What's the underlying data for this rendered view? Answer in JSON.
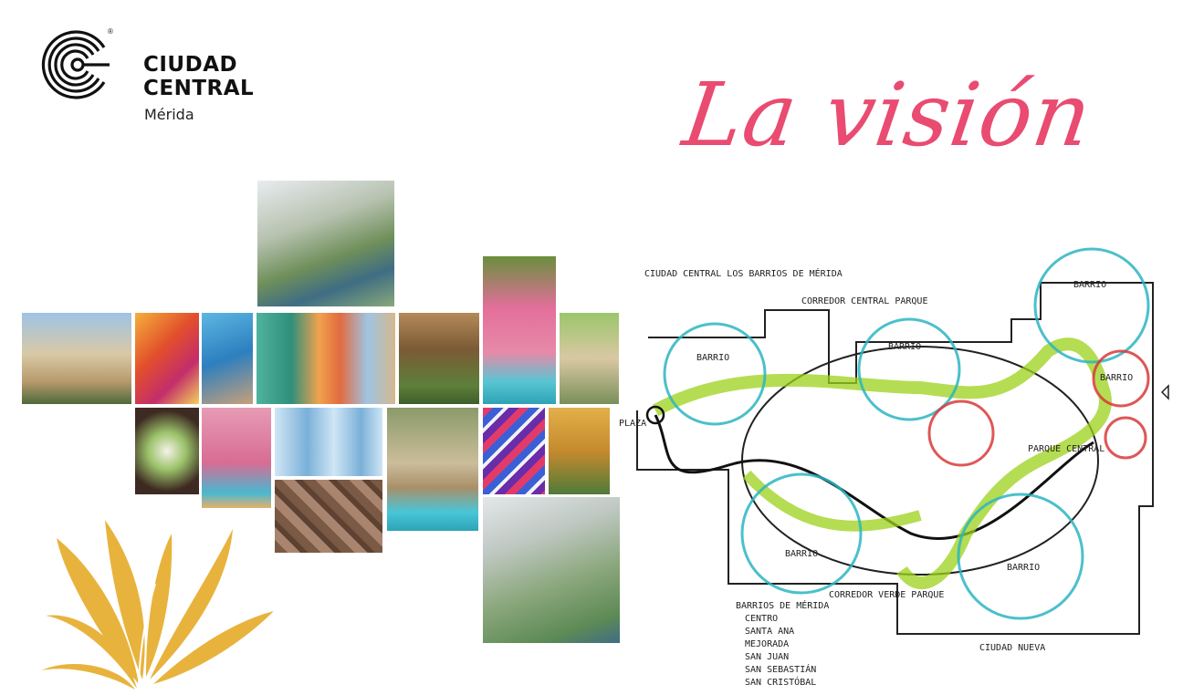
{
  "brand": {
    "line1": "CIUDAD",
    "line2": "CENTRAL",
    "city": "Mérida",
    "registered": "®"
  },
  "title": "La visión",
  "colors": {
    "title_pink": "#e94b71",
    "leaf_gold": "#e8b33d",
    "teal": "#2bb5c2",
    "red": "#d93a3a",
    "lime": "#9bd11a"
  },
  "sketch": {
    "header_note": "CIUDAD CENTRAL LOS BARRIOS DE MÉRIDA",
    "corridor_note": "CORREDOR CENTRAL PARQUE",
    "labels": [
      "BARRIO",
      "BARRIO",
      "BARRIO",
      "BARRIO",
      "BARRIO",
      "BARRIO"
    ],
    "plaza_label": "PLAZA",
    "park_label": "PARQUE CENTRAL",
    "lower_note": "CORREDOR VERDE PARQUE",
    "legend_title": "BARRIOS DE MÉRIDA",
    "legend_items": [
      "CENTRO",
      "SANTA ANA",
      "MEJORADA",
      "SAN JUAN",
      "SAN SEBASTIÁN",
      "SAN CRISTÓBAL"
    ],
    "footer_note": "CIUDAD NUEVA"
  }
}
